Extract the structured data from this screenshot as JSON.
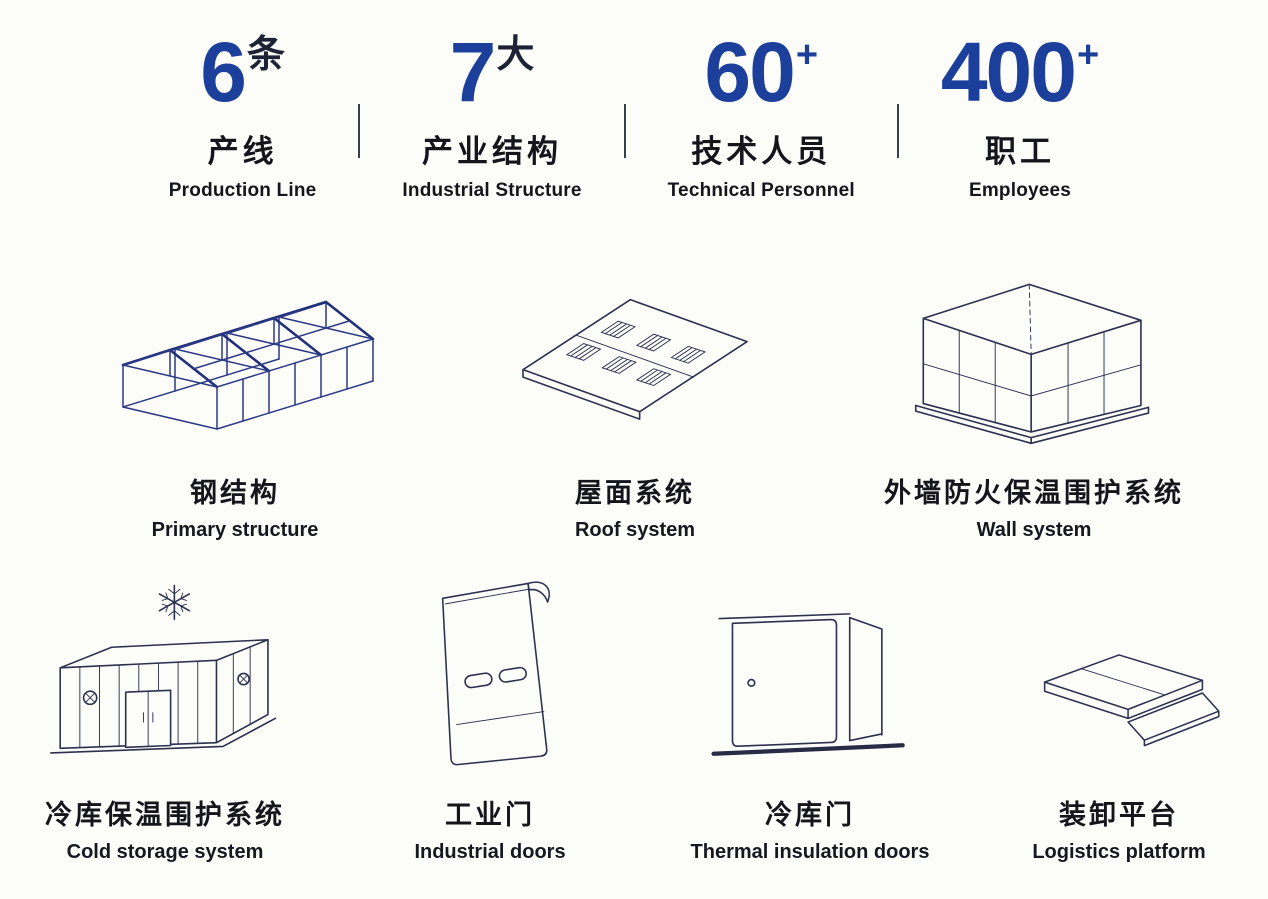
{
  "page": {
    "background": "#fcfcf9"
  },
  "stats": {
    "accent_color": "#1b3f9b",
    "divider_color": "#3a3e49",
    "items": [
      {
        "value": "6",
        "suffix": "条",
        "suffix_color": "#1d2334",
        "label_cn": "产线",
        "label_en": "Production Line"
      },
      {
        "value": "7",
        "suffix": "大",
        "suffix_color": "#1d2334",
        "label_cn": "产业结构",
        "label_en": "Industrial Structure"
      },
      {
        "value": "60",
        "suffix": "+",
        "suffix_color": "#1b3f9b",
        "label_cn": "技术人员",
        "label_en": "Technical Personnel"
      },
      {
        "value": "400",
        "suffix": "+",
        "suffix_color": "#1b3f9b",
        "label_cn": "职工",
        "label_en": "Employees"
      }
    ]
  },
  "products": {
    "line_color": "#2c3150",
    "steel_color": "#2c3a86",
    "row1": [
      {
        "icon": "steel-structure-icon",
        "label_cn": "钢结构",
        "label_en": "Primary structure"
      },
      {
        "icon": "roof-system-icon",
        "label_cn": "屋面系统",
        "label_en": "Roof system"
      },
      {
        "icon": "wall-system-icon",
        "label_cn": "外墙防火保温围护系统",
        "label_en": "Wall system"
      }
    ],
    "row2": [
      {
        "icon": "cold-storage-icon",
        "label_cn": "冷库保温围护系统",
        "label_en": "Cold storage system"
      },
      {
        "icon": "industrial-door-icon",
        "label_cn": "工业门",
        "label_en": "Industrial doors"
      },
      {
        "icon": "thermal-door-icon",
        "label_cn": "冷库门",
        "label_en": "Thermal insulation doors"
      },
      {
        "icon": "logistics-platform-icon",
        "label_cn": "装卸平台",
        "label_en": "Logistics platform"
      }
    ]
  }
}
